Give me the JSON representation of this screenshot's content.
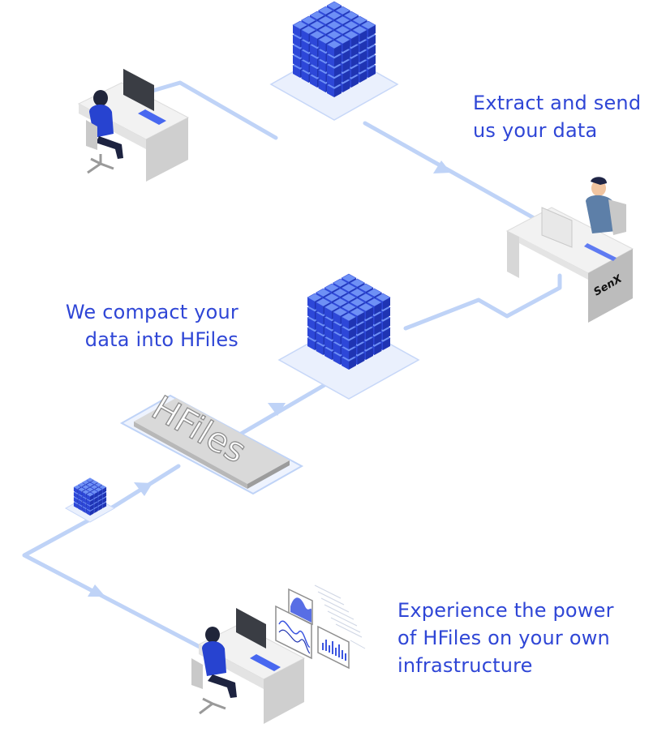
{
  "steps": {
    "extract": {
      "line1": "Extract and send",
      "line2": "us your data"
    },
    "compact": {
      "line1": "We compact your",
      "line2": "data into HFiles"
    },
    "experience": {
      "line1": "Experience the power",
      "line2": "of HFiles on your own",
      "line3": "infrastructure"
    }
  },
  "hfiles_label": "HFiles",
  "desk_brand": "SenX",
  "colors": {
    "accent_text": "#2f46d6",
    "path": "#bfd3f7",
    "cube_top": "#6a8cf4",
    "cube_left": "#2b46d9",
    "cube_right": "#1f33b0"
  },
  "icons": [
    "data-cube-icon",
    "developer-at-desk-icon",
    "senx-desk-icon",
    "hfiles-block-icon",
    "dashboard-charts-icon"
  ]
}
